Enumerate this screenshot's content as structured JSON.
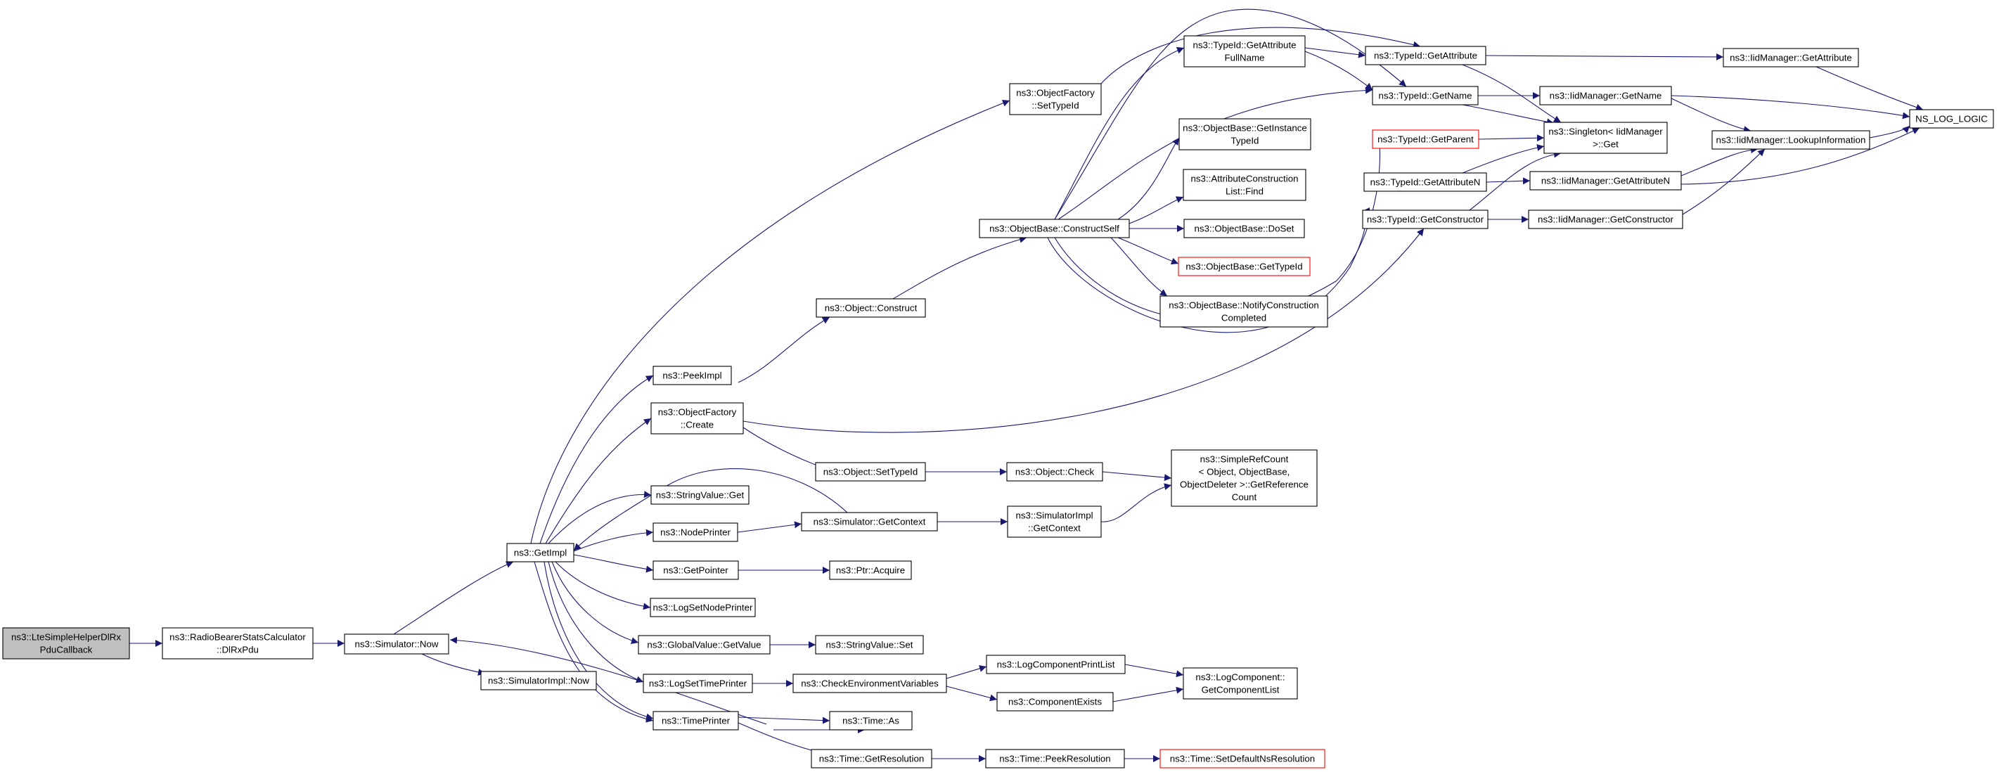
{
  "graph": {
    "edge_color": "#191970",
    "nodes": [
      {
        "id": "n_root",
        "lines": [
          "ns3::LteSimpleHelperDlRx",
          "PduCallback"
        ],
        "root": true
      },
      {
        "id": "n_rbsc",
        "lines": [
          "ns3::RadioBearerStatsCalculator",
          "::DlRxPdu"
        ]
      },
      {
        "id": "n_simnow",
        "lines": [
          "ns3::Simulator::Now"
        ]
      },
      {
        "id": "n_getimpl",
        "lines": [
          "ns3::GetImpl"
        ]
      },
      {
        "id": "n_simimplnow",
        "lines": [
          "ns3::SimulatorImpl::Now"
        ]
      },
      {
        "id": "n_of_settypeid",
        "lines": [
          "ns3::ObjectFactory",
          "::SetTypeId"
        ]
      },
      {
        "id": "n_peekimpl",
        "lines": [
          "ns3::PeekImpl"
        ]
      },
      {
        "id": "n_of_create",
        "lines": [
          "ns3::ObjectFactory",
          "::Create"
        ]
      },
      {
        "id": "n_sv_get",
        "lines": [
          "ns3::StringValue::Get"
        ]
      },
      {
        "id": "n_nodeprinter",
        "lines": [
          "ns3::NodePrinter"
        ]
      },
      {
        "id": "n_getpointer",
        "lines": [
          "ns3::GetPointer"
        ]
      },
      {
        "id": "n_logsetnodeprinter",
        "lines": [
          "ns3::LogSetNodePrinter"
        ]
      },
      {
        "id": "n_gv_getvalue",
        "lines": [
          "ns3::GlobalValue::GetValue"
        ]
      },
      {
        "id": "n_logsettimeprinter",
        "lines": [
          "ns3::LogSetTimePrinter"
        ]
      },
      {
        "id": "n_timeprinter",
        "lines": [
          "ns3::TimePrinter"
        ]
      },
      {
        "id": "n_obj_construct",
        "lines": [
          "ns3::Object::Construct"
        ]
      },
      {
        "id": "n_obj_settypeid",
        "lines": [
          "ns3::Object::SetTypeId"
        ]
      },
      {
        "id": "n_sim_getcontext",
        "lines": [
          "ns3::Simulator::GetContext"
        ]
      },
      {
        "id": "n_ptr_acquire",
        "lines": [
          "ns3::Ptr::Acquire"
        ]
      },
      {
        "id": "n_sv_set",
        "lines": [
          "ns3::StringValue::Set"
        ]
      },
      {
        "id": "n_checkenv",
        "lines": [
          "ns3::CheckEnvironmentVariables"
        ]
      },
      {
        "id": "n_time_as",
        "lines": [
          "ns3::Time::As"
        ]
      },
      {
        "id": "n_time_getres",
        "lines": [
          "ns3::Time::GetResolution"
        ]
      },
      {
        "id": "n_ob_constructself",
        "lines": [
          "ns3::ObjectBase::ConstructSelf"
        ]
      },
      {
        "id": "n_obj_check",
        "lines": [
          "ns3::Object::Check"
        ]
      },
      {
        "id": "n_simimpl_getcontext",
        "lines": [
          "ns3::SimulatorImpl",
          "::GetContext"
        ]
      },
      {
        "id": "n_logcompprintlist",
        "lines": [
          "ns3::LogComponentPrintList"
        ]
      },
      {
        "id": "n_compexists",
        "lines": [
          "ns3::ComponentExists"
        ]
      },
      {
        "id": "n_time_peekres",
        "lines": [
          "ns3::Time::PeekResolution"
        ]
      },
      {
        "id": "n_tid_getattrfullname",
        "lines": [
          "ns3::TypeId::GetAttribute",
          "FullName"
        ]
      },
      {
        "id": "n_ob_getinstancetypeid",
        "lines": [
          "ns3::ObjectBase::GetInstance",
          "TypeId"
        ]
      },
      {
        "id": "n_acl_find",
        "lines": [
          "ns3::AttributeConstruction",
          "List::Find"
        ]
      },
      {
        "id": "n_ob_doset",
        "lines": [
          "ns3::ObjectBase::DoSet"
        ]
      },
      {
        "id": "n_ob_gettypeid",
        "lines": [
          "ns3::ObjectBase::GetTypeId"
        ],
        "red": true
      },
      {
        "id": "n_ob_notify",
        "lines": [
          "ns3::ObjectBase::NotifyConstruction",
          "Completed"
        ]
      },
      {
        "id": "n_simplerefcount",
        "lines": [
          "ns3::SimpleRefCount",
          "< Object, ObjectBase,",
          "ObjectDeleter >::GetReference",
          "Count"
        ]
      },
      {
        "id": "n_logcomp_getlist",
        "lines": [
          "ns3::LogComponent::",
          "GetComponentList"
        ]
      },
      {
        "id": "n_time_setdefault",
        "lines": [
          "ns3::Time::SetDefaultNsResolution"
        ],
        "red": true
      },
      {
        "id": "n_tid_getattribute",
        "lines": [
          "ns3::TypeId::GetAttribute"
        ]
      },
      {
        "id": "n_tid_getname",
        "lines": [
          "ns3::TypeId::GetName"
        ]
      },
      {
        "id": "n_tid_getparent",
        "lines": [
          "ns3::TypeId::GetParent"
        ],
        "red": true
      },
      {
        "id": "n_tid_getattributen",
        "lines": [
          "ns3::TypeId::GetAttributeN"
        ]
      },
      {
        "id": "n_tid_getconstructor",
        "lines": [
          "ns3::TypeId::GetConstructor"
        ]
      },
      {
        "id": "n_singleton_get",
        "lines": [
          "ns3::Singleton< IidManager",
          ">::Get"
        ]
      },
      {
        "id": "n_iid_getattribute",
        "lines": [
          "ns3::IidManager::GetAttribute"
        ]
      },
      {
        "id": "n_iid_getname",
        "lines": [
          "ns3::IidManager::GetName"
        ]
      },
      {
        "id": "n_iid_getattributen",
        "lines": [
          "ns3::IidManager::GetAttributeN"
        ]
      },
      {
        "id": "n_iid_getconstructor",
        "lines": [
          "ns3::IidManager::GetConstructor"
        ]
      },
      {
        "id": "n_iid_lookupinfo",
        "lines": [
          "ns3::IidManager::LookupInformation"
        ]
      },
      {
        "id": "n_ns_log_logic",
        "lines": [
          "NS_LOG_LOGIC"
        ]
      }
    ]
  }
}
